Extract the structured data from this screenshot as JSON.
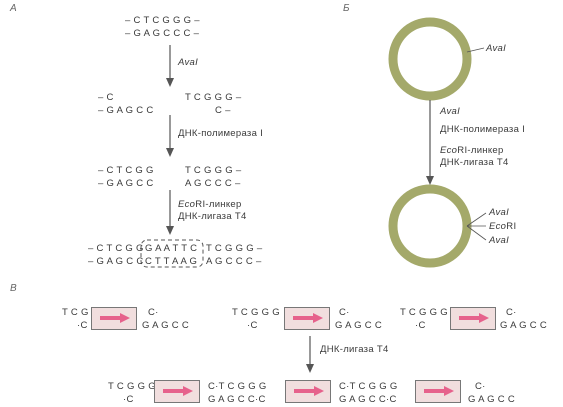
{
  "panelA": {
    "label": "А",
    "initial_top": "– C T C G G G –",
    "initial_bottom": "– G A G C C C –",
    "step1_enzyme": "AvaI",
    "cut_left_top": "– C",
    "cut_left_bottom": "– G A G C C",
    "cut_right_top": "T C G G G –",
    "cut_right_bottom": "C –",
    "step2": "ДНК-полимераза I",
    "filled_left_top": "– C T C G G",
    "filled_left_bottom": "– G A G C C",
    "filled_right_top": "T C G G G –",
    "filled_right_bottom": "A G C C C –",
    "step3_line1_italic": "Eco",
    "step3_line1_rest": "RI-линкер",
    "step3_line2": "ДНК-лигаза Т4",
    "final_top_left": "– C T C G G",
    "final_top_mid": "G A A T T C",
    "final_top_right": "T C G G G –",
    "final_bottom_left": "– G A G C C",
    "final_bottom_mid": "C T T A A G",
    "final_bottom_right": "A G C C C –"
  },
  "panelB": {
    "label": "Б",
    "site_top": "AvaI",
    "step_enzyme": "AvaI",
    "step_pol": "ДНК-полимераза I",
    "step_linker_italic": "Eco",
    "step_linker_rest": "RI-линкер",
    "step_ligase": "ДНК-лигаза Т4",
    "result_site1": "AvaI",
    "result_site2_italic": "Eco",
    "result_site2_rest": "RI",
    "result_site3": "AvaI",
    "circle_color": "#a4a96a"
  },
  "panelC": {
    "label": "В",
    "fragment_left_top": "T C G G G",
    "fragment_left_bottom": "·C",
    "fragment_right_top": "C·",
    "fragment_right_bottom": "G A G C C",
    "ligase": "ДНК-лигаза Т4",
    "junction_top": "C·T C G G G",
    "junction_bottom": "G A G C C·C",
    "arrow_color": "#e6628c",
    "box_color": "#f1dede"
  }
}
